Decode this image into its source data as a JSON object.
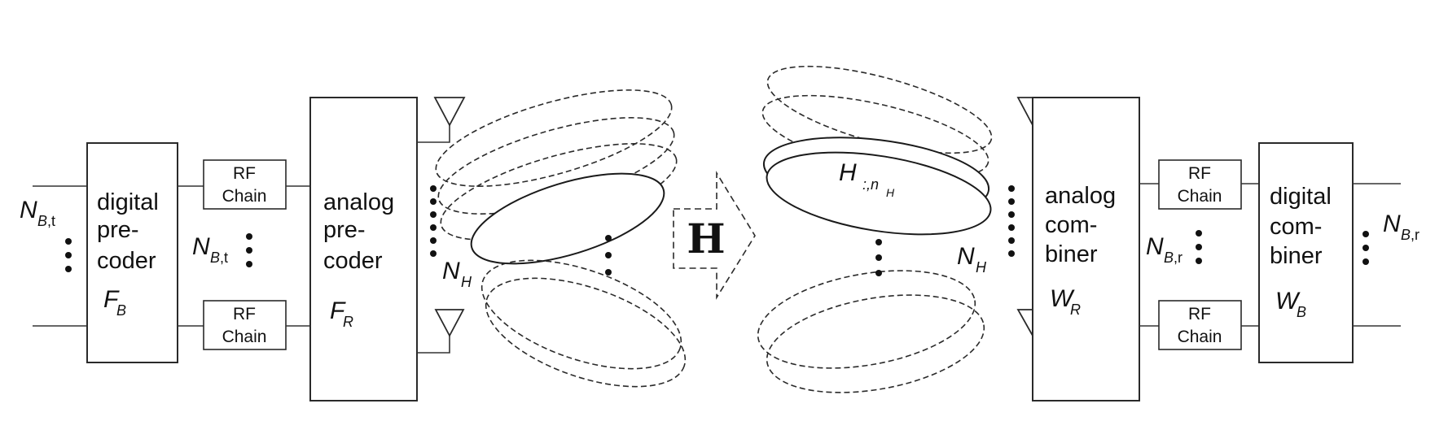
{
  "blocks": {
    "digital_precoder": {
      "lines": [
        "digital",
        "pre-",
        "coder"
      ],
      "symbol": "F",
      "symbol_sub": "B"
    },
    "analog_precoder": {
      "lines": [
        "analog",
        "pre-",
        "coder"
      ],
      "symbol": "F",
      "symbol_sub": "R"
    },
    "analog_combiner": {
      "lines": [
        "analog",
        "com-",
        "biner"
      ],
      "symbol": "W",
      "symbol_sub": "R"
    },
    "digital_combiner": {
      "lines": [
        "digital",
        "com-",
        "biner"
      ],
      "symbol": "W",
      "symbol_sub": "B"
    }
  },
  "rf_chain": {
    "line1": "RF",
    "line2": "Chain"
  },
  "labels": {
    "n_bt": {
      "main": "N",
      "sub_italic": "B",
      "sub_plain": ",t"
    },
    "n_br": {
      "main": "N",
      "sub_italic": "B",
      "sub_plain": ",r"
    },
    "n_h": {
      "main": "N",
      "sub": "H"
    },
    "h_col": {
      "main": "H",
      "sub": ":,n",
      "subsub": "H"
    }
  },
  "channel": {
    "symbol": "H"
  }
}
